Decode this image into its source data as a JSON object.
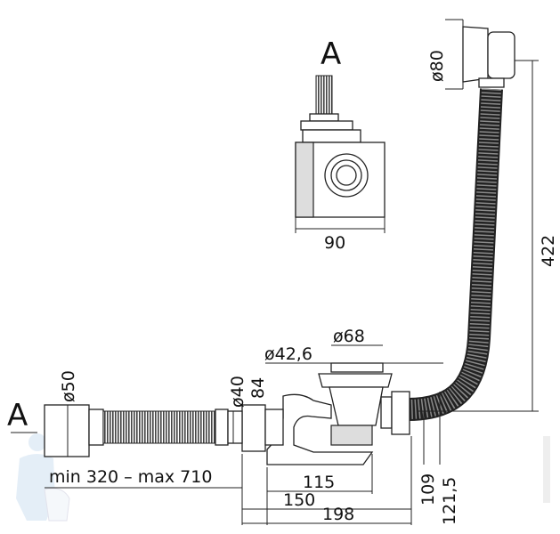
{
  "title": "Bath drain-overflow set dimensional drawing",
  "labels": {
    "section_top": "A",
    "section_left": "A",
    "d_overflow": "ø80",
    "d_outlet": "ø50",
    "d_pipe": "ø40",
    "h_84": "84",
    "d_drain_inner": "ø42,6",
    "d_drain_outer": "ø68",
    "w_90": "90",
    "h_422": "422",
    "l_115": "115",
    "l_150": "150",
    "l_198": "198",
    "l_109": "109",
    "l_121": "121,5",
    "hose_range": "min 320 – max 710"
  },
  "colors": {
    "line": "#222222",
    "hose": "#2a2a2a",
    "rib": "#8a8a8a",
    "watermark": "#cfe1f2"
  }
}
